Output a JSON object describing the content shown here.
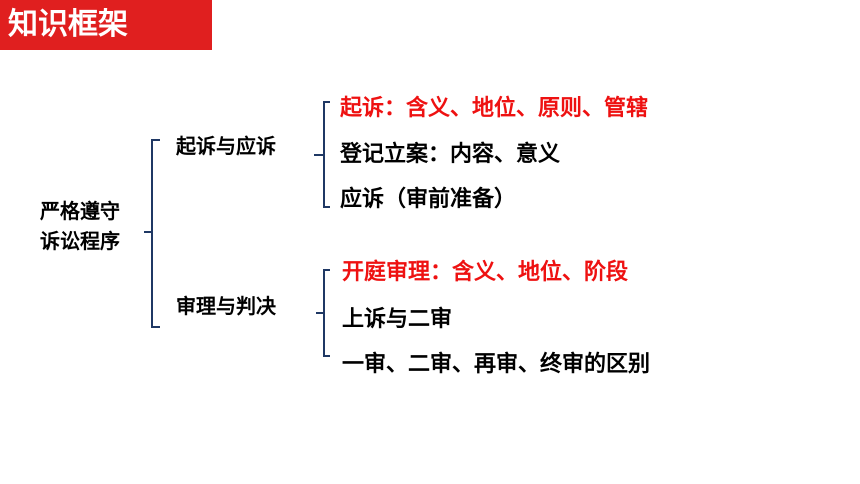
{
  "header": {
    "title": "知识框架"
  },
  "diagram": {
    "root": {
      "line1": "严格遵守",
      "line2": "诉讼程序"
    },
    "branches": [
      {
        "label": "起诉与应诉",
        "items": [
          {
            "text": "起诉：含义、地位、原则、管辖",
            "highlight": true
          },
          {
            "text": "登记立案：内容、意义",
            "highlight": false
          },
          {
            "text": "应诉（审前准备）",
            "highlight": false
          }
        ]
      },
      {
        "label": "审理与判决",
        "items": [
          {
            "text": "开庭审理：含义、地位、阶段",
            "highlight": true
          },
          {
            "text": "上诉与二审",
            "highlight": false
          },
          {
            "text": "一审、二审、再审、终审的区别",
            "highlight": false
          }
        ]
      }
    ]
  },
  "colors": {
    "title_background": "#e01f1f",
    "highlight_text": "#ee1111",
    "bracket_line": "#1f3864"
  }
}
